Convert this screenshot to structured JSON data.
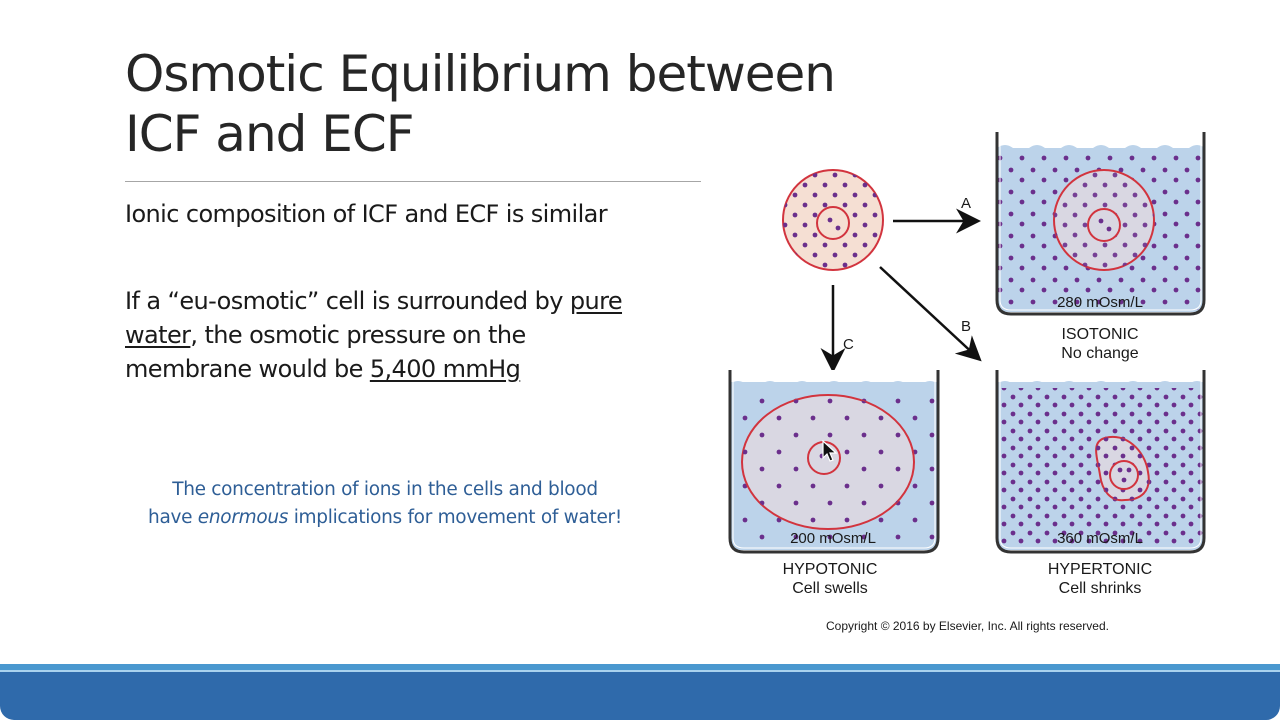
{
  "slide": {
    "title_line1": "Osmotic Equilibrium between",
    "title_line2": "ICF and ECF",
    "paragraphs": [
      {
        "text": "Ionic composition of ICF and ECF is similar"
      },
      {
        "part1": "If a “eu-osmotic” cell is surrounded by ",
        "underline1": "pure water",
        "part2": ", the osmotic pressure on the membrane would be ",
        "underline2": "5,400 mmHg"
      }
    ],
    "callout": {
      "line1": "The concentration of ions in the cells and blood",
      "line2_pre": "have ",
      "line2_em": "enormous",
      "line2_post": " implications for movement of water!"
    }
  },
  "figure": {
    "arrows": {
      "a": "A",
      "b": "B",
      "c": "C"
    },
    "beakers": {
      "isotonic": {
        "concentration": "280 mOsm/L",
        "label": "ISOTONIC",
        "caption": "No change"
      },
      "hypotonic": {
        "concentration": "200 mOsm/L",
        "label": "HYPOTONIC",
        "caption": "Cell swells"
      },
      "hypertonic": {
        "concentration": "360 mOsm/L",
        "label": "HYPERTONIC",
        "caption": "Cell shrinks"
      }
    },
    "copyright": "Copyright © 2016 by Elsevier, Inc. All rights reserved.",
    "colors": {
      "water": "#bcd3ea",
      "cell_fill": "#f5dfd3",
      "cell_in_water": "#d6d6e2",
      "membrane": "#d2343e",
      "solute": "#6b2f8c",
      "beaker": "#333333"
    }
  },
  "theme": {
    "title_color": "#262626",
    "callout_color": "#2e5e96",
    "footer_color": "#2f6aab",
    "footer_accent": "#4a98cf"
  }
}
